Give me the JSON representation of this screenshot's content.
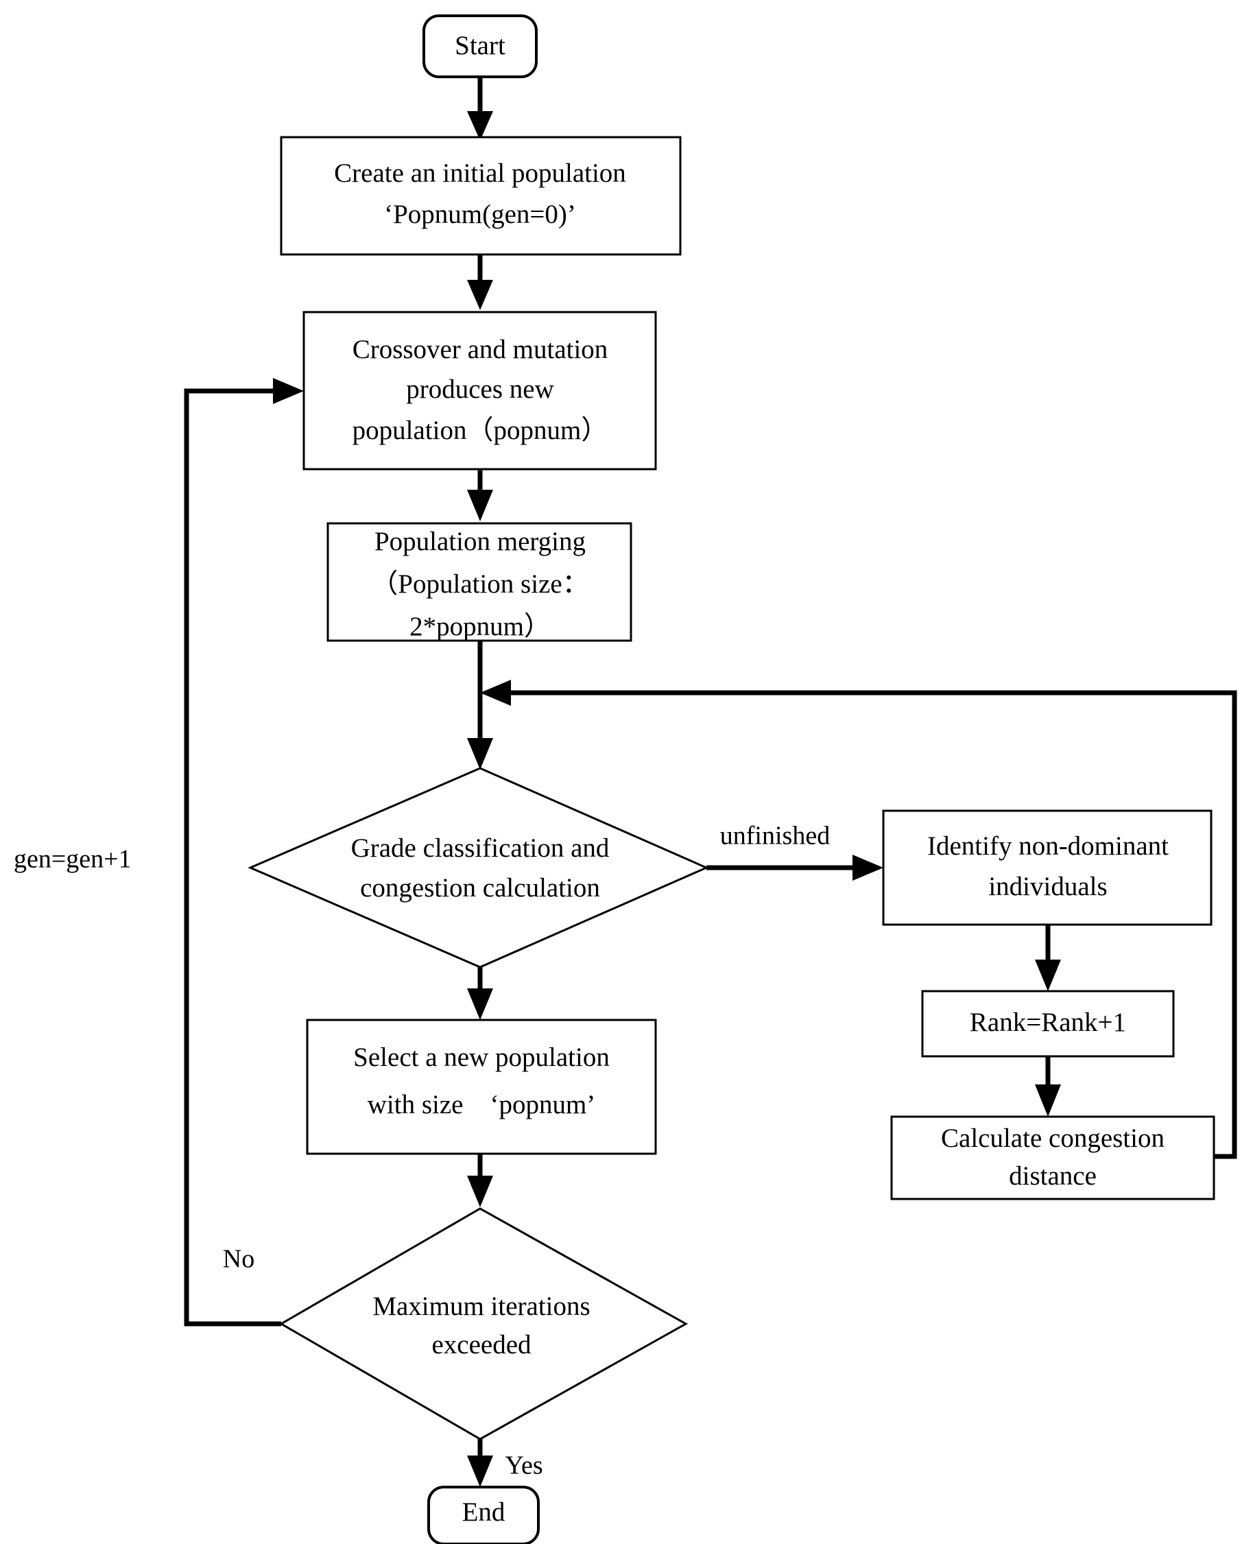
{
  "diagram": {
    "title": "NSGA-II genetic algorithm flowchart",
    "type": "flowchart",
    "background_color": "#ffffff",
    "line_color": "#000000",
    "text_color": "#000000"
  },
  "nodes": {
    "start": {
      "label": "Start",
      "shape": "terminal-rounded"
    },
    "create_population": {
      "line1": "Create an initial population",
      "line2": "‘Popnum(gen=0)’",
      "shape": "process-rect"
    },
    "crossover": {
      "line1": "Crossover and mutation",
      "line2": "produces new",
      "line3": "population（popnum）",
      "shape": "process-rect"
    },
    "merging": {
      "line1": "Population merging",
      "line2": "（Population size：",
      "line3": "2*popnum）",
      "shape": "process-rect"
    },
    "grade_decision": {
      "line1": "Grade classification and",
      "line2": "congestion calculation",
      "shape": "decision-diamond"
    },
    "identify": {
      "line1": "Identify non-dominant",
      "line2": "individuals",
      "shape": "process-rect"
    },
    "rank": {
      "line1": "Rank=Rank+1",
      "shape": "process-rect"
    },
    "congestion": {
      "line1": "Calculate congestion",
      "line2": "distance",
      "shape": "process-rect"
    },
    "select": {
      "line1": "Select a new population",
      "line2": "with size ‘popnum’",
      "shape": "process-rect"
    },
    "max_iter_decision": {
      "line1": "Maximum iterations",
      "line2": "exceeded",
      "shape": "decision-diamond"
    },
    "end": {
      "label": "End",
      "shape": "terminal-rounded"
    }
  },
  "edge_labels": {
    "unfinished": "unfinished",
    "gen_increment": "gen=gen+1",
    "no": "No",
    "yes": "Yes"
  }
}
